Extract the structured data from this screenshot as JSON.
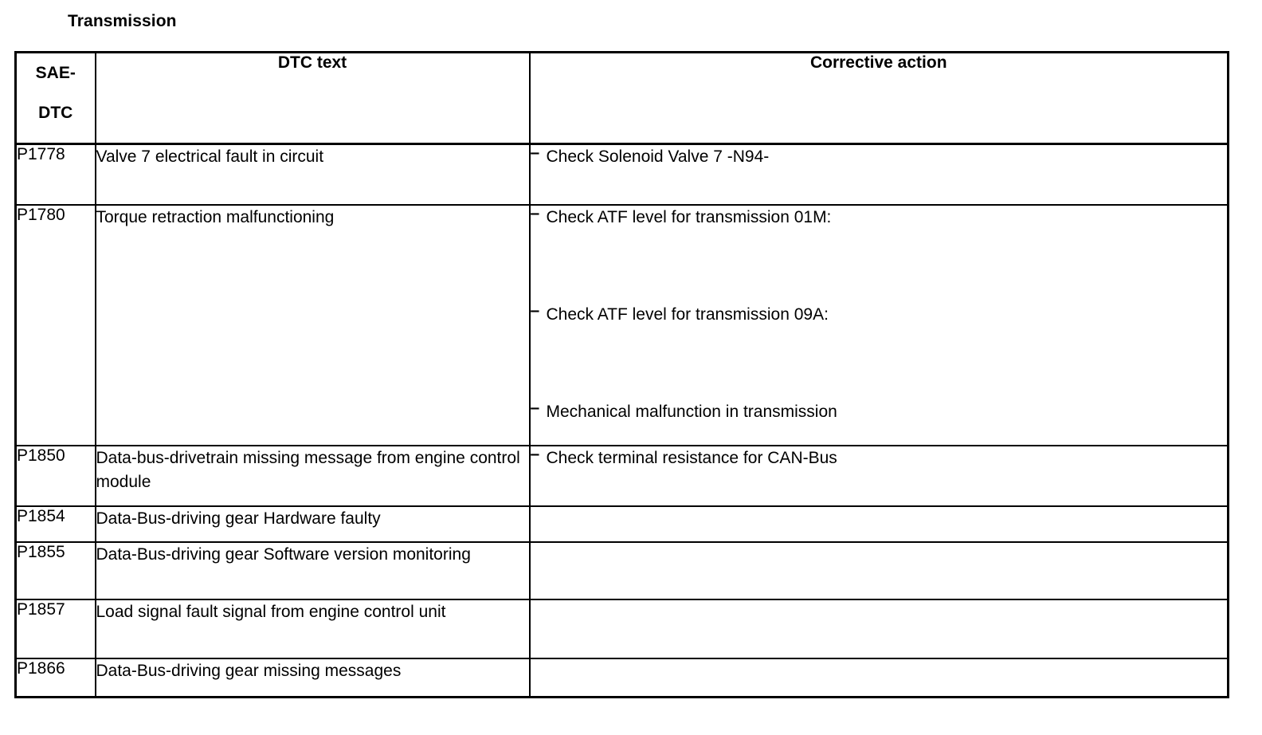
{
  "page": {
    "title": "Transmission"
  },
  "table": {
    "columns": {
      "code_line1": "SAE-",
      "code_line2": "DTC",
      "dtc_text": "DTC text",
      "corrective_action": "Corrective action"
    },
    "rows": [
      {
        "code": "P1778",
        "dtc_text": "Valve 7 electrical fault in circuit",
        "actions": [
          "Check Solenoid Valve 7 -N94-"
        ]
      },
      {
        "code": "P1780",
        "dtc_text": "Torque retraction malfunctioning",
        "actions": [
          "Check ATF level for transmission 01M:",
          "Check ATF level for transmission 09A:",
          "Mechanical malfunction in transmission"
        ]
      },
      {
        "code": "P1850",
        "dtc_text": "Data-bus-drivetrain missing message from engine control module",
        "actions": [
          "Check terminal resistance for CAN-Bus"
        ]
      },
      {
        "code": "P1854",
        "dtc_text": "Data-Bus-driving gear Hardware faulty",
        "actions": []
      },
      {
        "code": "P1855",
        "dtc_text": "Data-Bus-driving gear Software version monitoring",
        "actions": []
      },
      {
        "code": "P1857",
        "dtc_text": "Load signal fault signal from engine control unit",
        "actions": []
      },
      {
        "code": "P1866",
        "dtc_text": "Data-Bus-driving gear missing messages",
        "actions": []
      }
    ],
    "bullet_marker": "–"
  },
  "colors": {
    "background": "#ffffff",
    "text": "#000000",
    "border": "#000000"
  }
}
